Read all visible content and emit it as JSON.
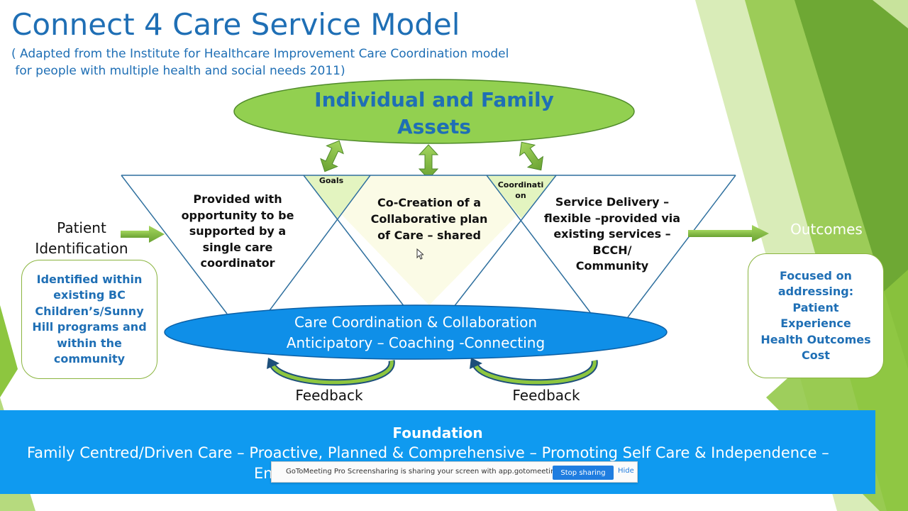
{
  "title": "Connect 4 Care Service Model",
  "subtitle_line1": "( Adapted from the Institute for Healthcare Improvement Care Coordination model",
  "subtitle_line2": " for people with multiple health and social needs 2011)",
  "assets": {
    "line1": "Individual and Family",
    "line2": "Assets"
  },
  "triangles": {
    "left": [
      "Provided with",
      "opportunity to be",
      "supported by a",
      "single care",
      "coordinator"
    ],
    "center": [
      "Co-Creation of a",
      "Collaborative plan",
      "of Care – shared"
    ],
    "right": [
      "Service Delivery –",
      "flexible –provided via",
      "existing services  –",
      "BCCH/",
      "Community"
    ],
    "goals_label": "Goals",
    "coordination_label_1": "Coordinati",
    "coordination_label_2": "on"
  },
  "patient": {
    "line1": "Patient",
    "line2": "Identification"
  },
  "identified_box": [
    "Identified within",
    "existing BC",
    "Children’s/Sunny",
    "Hill programs and",
    "within the",
    "community"
  ],
  "outcomes": {
    "label": "Outcomes",
    "box": [
      "Focused on",
      "addressing:",
      "Patient",
      "Experience",
      "Health Outcomes",
      "Cost"
    ]
  },
  "care_coordination": {
    "line1": "Care Coordination & Collaboration",
    "line2": "Anticipatory – Coaching -Connecting"
  },
  "feedback_left": "Feedback",
  "feedback_right": "Feedback",
  "foundation": {
    "title": "Foundation",
    "text": "Family Centred/Driven Care – Proactive, Planned & Comprehensive – Promoting Self Care & Independence –",
    "text2": "En"
  },
  "gotomeeting": {
    "message": "GoToMeeting Pro Screensharing is sharing your screen with app.gotomeeting.com.",
    "stop_label": "Stop sharing",
    "hide_label": "Hide"
  },
  "colors": {
    "title_blue": "#1f6fb5",
    "green": "#8dc63f",
    "dark_green": "#5a9a2a",
    "ellipse_blue": "#0f8fe8",
    "foundation_blue": "#0f9af0"
  }
}
